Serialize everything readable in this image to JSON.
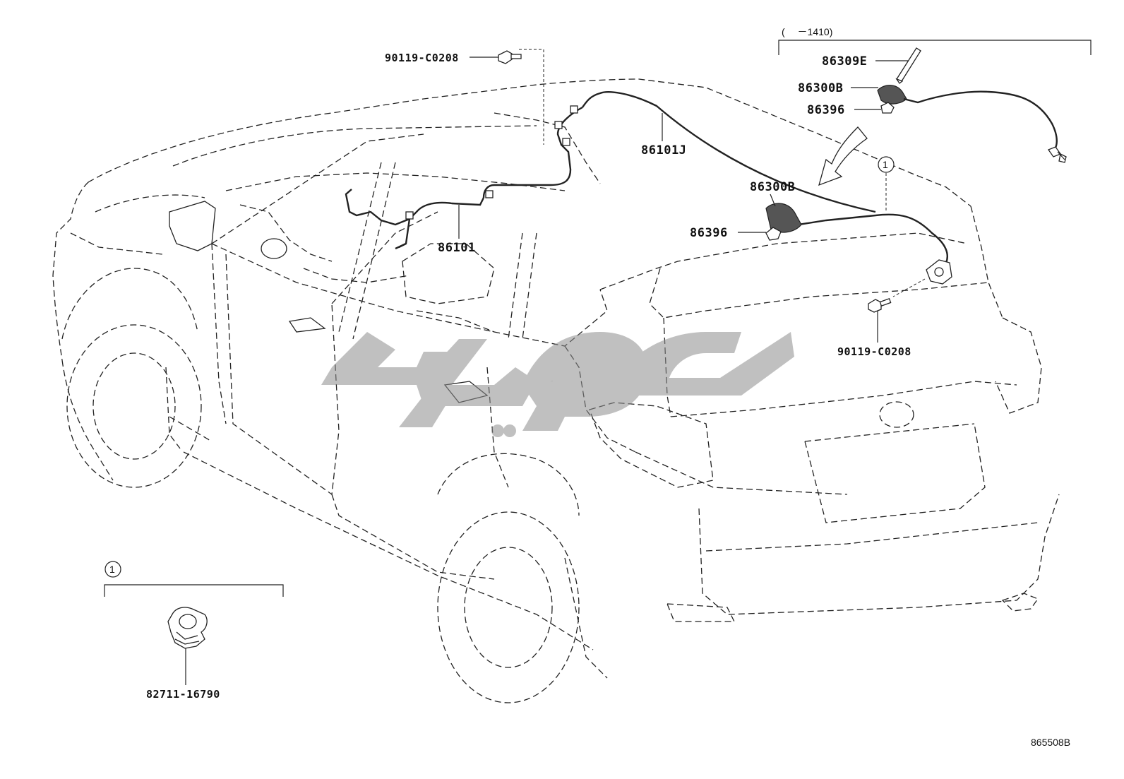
{
  "range_bracket": "(　 －1410)",
  "parts": {
    "bolt_top": "90119-C0208",
    "bolt_rear": "90119-C0208",
    "rod_antenna": "86309E",
    "antenna_base_detail": "86300B",
    "pad_detail": "86396",
    "antenna_base": "86300B",
    "pad": "86396",
    "cord_roof": "86101J",
    "cord_main": "86101",
    "clamp": "82711-16790"
  },
  "callout_marker": "1",
  "detail_marker": "1",
  "watermark": "ادبوق",
  "diagram_id": "865508B"
}
